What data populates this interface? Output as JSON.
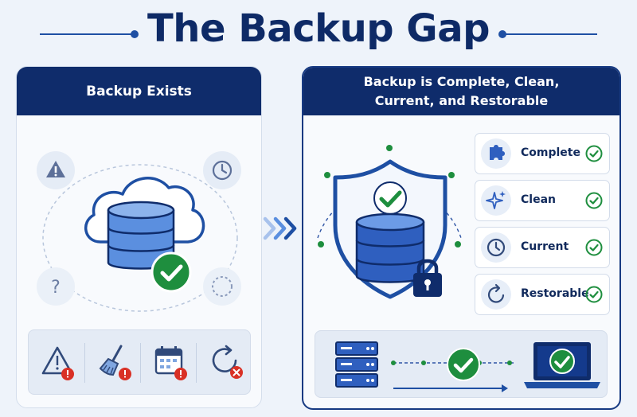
{
  "title": "The Backup Gap",
  "left_panel": {
    "header": "Backup Exists",
    "icons": [
      "warning-icon",
      "clock-icon",
      "question-icon",
      "dashed-circle-icon",
      "cloud-database-icon",
      "green-check-icon"
    ],
    "issues": [
      "warning-error-icon",
      "broom-error-icon",
      "calendar-error-icon",
      "restore-error-icon"
    ]
  },
  "right_panel": {
    "header": "Backup is Complete, Clean, Current, and Restorable",
    "checklist": [
      {
        "label": "Complete",
        "icon": "puzzle-icon"
      },
      {
        "label": "Clean",
        "icon": "sparkle-icon"
      },
      {
        "label": "Current",
        "icon": "clock-icon"
      },
      {
        "label": "Restorable",
        "icon": "restore-icon"
      }
    ],
    "flow": [
      "server-rack-icon",
      "green-check-icon",
      "laptop-check-icon"
    ]
  },
  "colors": {
    "navy": "#0f2c6b",
    "blue": "#1e4fa3",
    "light_blue": "#5b8fdf",
    "green": "#1e8e3e",
    "red": "#d93025"
  }
}
